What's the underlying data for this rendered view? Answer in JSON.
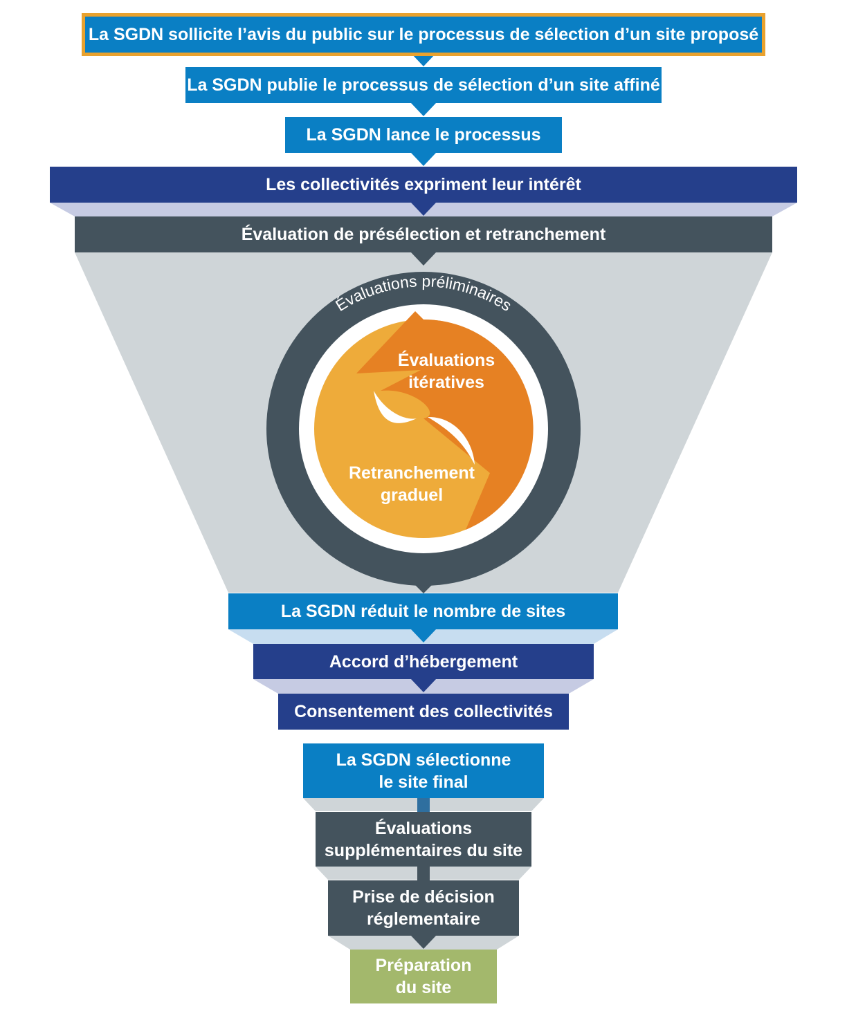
{
  "colors": {
    "light_blue": "#0a7fc4",
    "navy": "#253f8b",
    "slate": "#44535d",
    "funnel_gray": "#cfd5d8",
    "funnel_lavender": "#c6cbe3",
    "funnel_lightblue": "#c7ddf0",
    "orange_dark": "#e68123",
    "orange_light": "#eeab3a",
    "green": "#a3b86c",
    "gold_border": "#e9a22e"
  },
  "steps": {
    "s1": "La SGDN sollicite l’avis du public sur le processus de sélection d’un site proposé",
    "s2": "La SGDN publie le processus de sélection d’un site affiné",
    "s3": "La SGDN lance le processus",
    "s4": "Les collectivités expriment leur intérêt",
    "s5": "Évaluation de présélection et retranchement",
    "s6": "La SGDN réduit le nombre de sites",
    "s7": "Accord d’hébergement",
    "s8": "Consentement des collectivités",
    "s9": [
      "La SGDN sélectionne",
      "le site final"
    ],
    "s10": [
      "Évaluations",
      "supplémentaires du site"
    ],
    "s11": [
      "Prise de décision",
      "réglementaire"
    ],
    "s12": [
      "Préparation",
      "du site"
    ]
  },
  "cycle": {
    "ring_label": "Évaluations préliminaires",
    "upper_label": [
      "Évaluations",
      "itératives"
    ],
    "lower_label": [
      "Retranchement",
      "graduel"
    ]
  }
}
